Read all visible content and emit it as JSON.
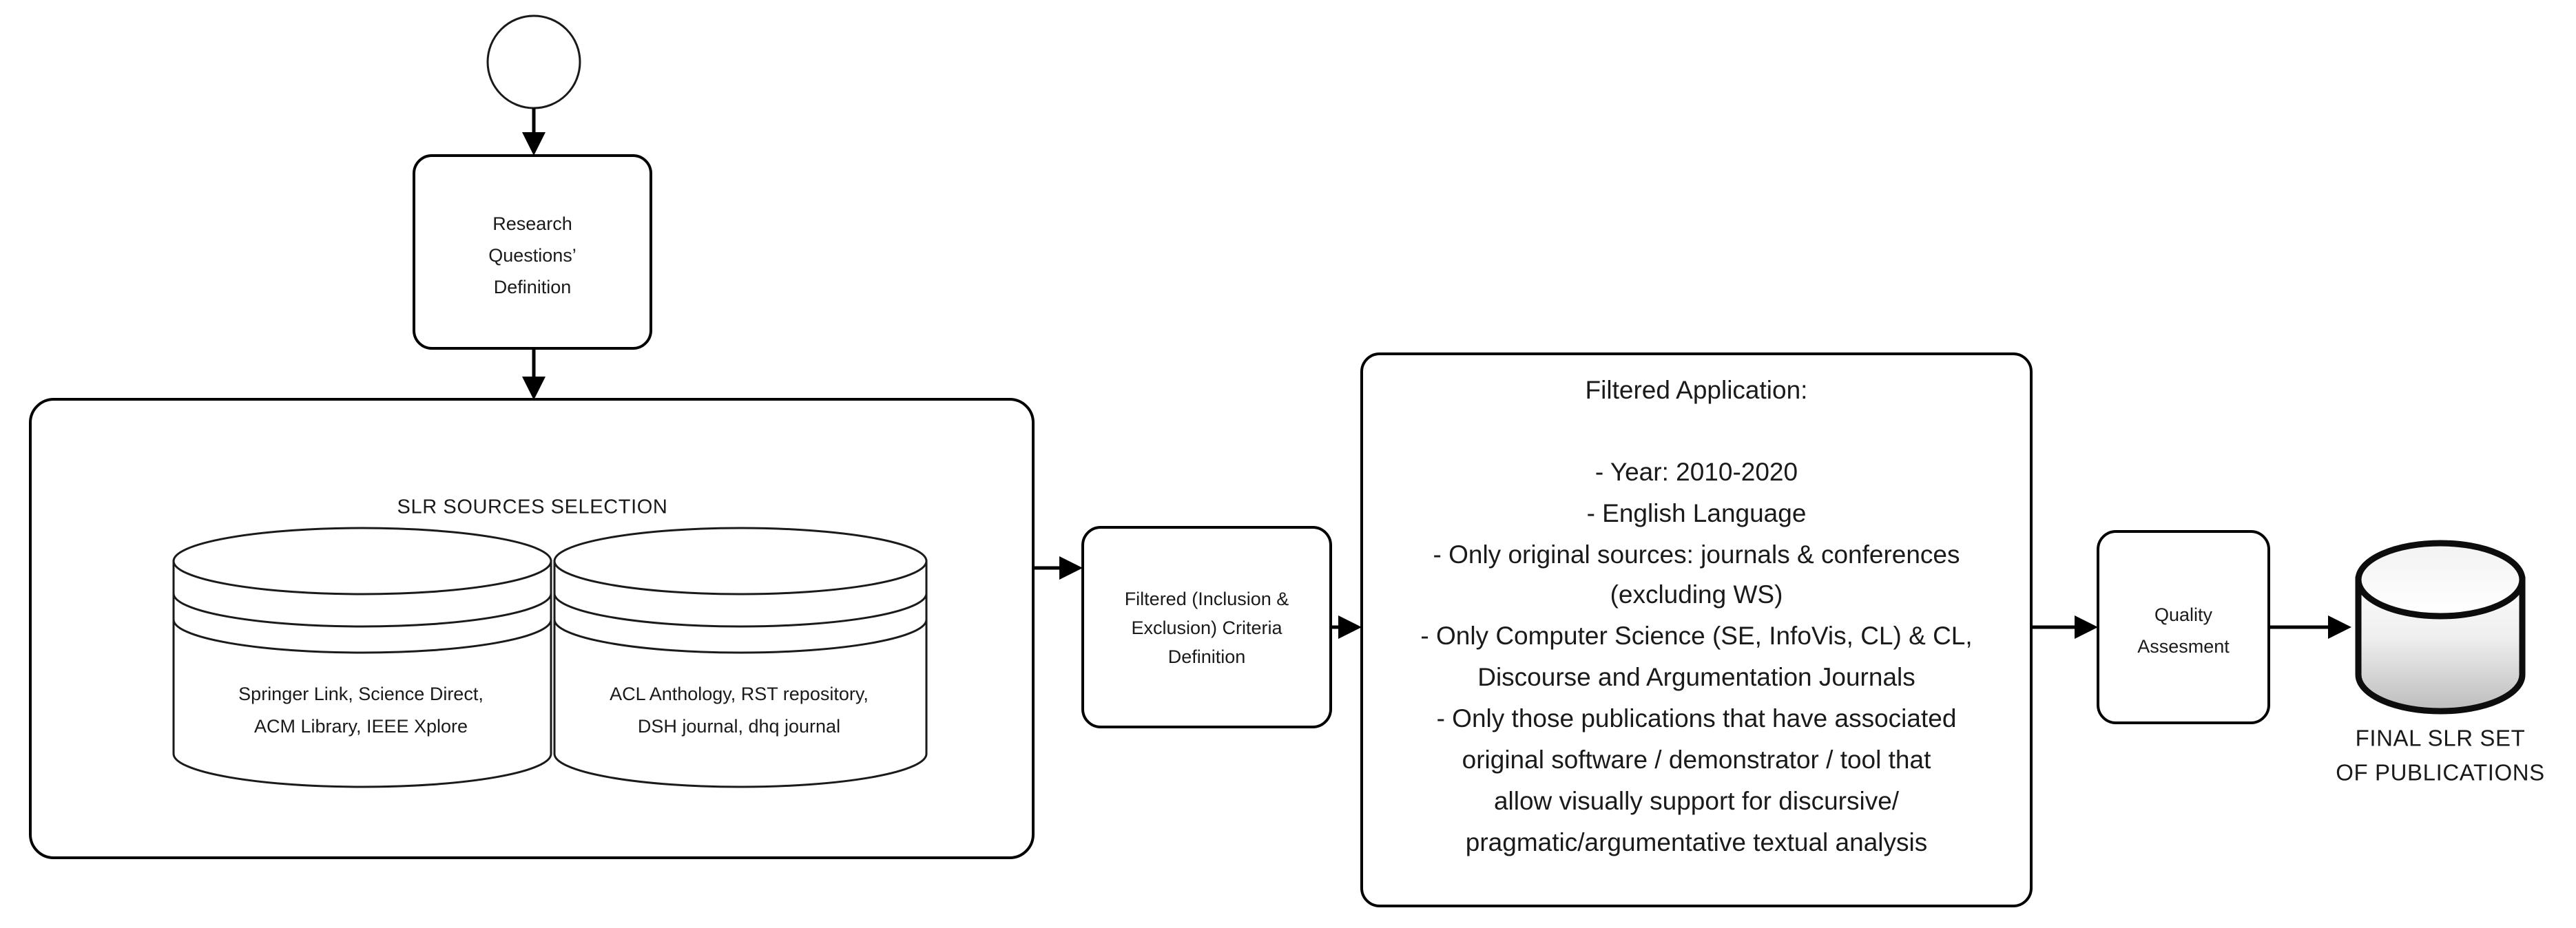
{
  "diagram": {
    "title": "SLR Methodology Flowchart",
    "background_color": "#ffffff",
    "stroke_color": "#000000",
    "text_color": "#1a1a1a"
  },
  "start_node": {
    "icon": "start-circle",
    "label": ""
  },
  "research_questions": {
    "line1": "Research",
    "line2": "Questions’",
    "line3": "Definition"
  },
  "slr_sources": {
    "heading": "SLR SOURCES SELECTION",
    "databases": [
      {
        "icon": "database-cylinder-icon",
        "line1": "Springer Link, Science Direct,",
        "line2": "ACM Library, IEEE Xplore"
      },
      {
        "icon": "database-cylinder-icon",
        "line1": "ACL Anthology, RST repository,",
        "line2": "DSH journal, dhq journal"
      }
    ]
  },
  "criteria_definition": {
    "line1": "Filtered (Inclusion &",
    "line2": "Exclusion) Criteria",
    "line3": "Definition"
  },
  "filtered_application": {
    "heading": "Filtered Application:",
    "lines": [
      "- Year: 2010-2020",
      "- English Language",
      "- Only original sources: journals & conferences",
      "(excluding WS)",
      "- Only Computer Science (SE, InfoVis, CL) & CL,",
      "Discourse and Argumentation Journals",
      "- Only those publications that have associated",
      "original software / demonstrator / tool that",
      "allow visually support  for discursive/",
      "pragmatic/argumentative textual analysis"
    ]
  },
  "quality_assessment": {
    "line1": "Quality",
    "line2": "Assesment"
  },
  "final_output": {
    "icon": "database-cylinder-icon",
    "caption_line1": "FINAL SLR SET",
    "caption_line2": "OF PUBLICATIONS",
    "fill_top": "#fcfcfc",
    "fill_bottom": "#bdbdbd"
  },
  "connectors": [
    {
      "name": "start-to-research-questions"
    },
    {
      "name": "research-questions-to-slr-sources"
    },
    {
      "name": "slr-sources-to-criteria"
    },
    {
      "name": "criteria-to-filtered-application"
    },
    {
      "name": "filtered-application-to-quality"
    },
    {
      "name": "quality-to-final-output"
    }
  ]
}
